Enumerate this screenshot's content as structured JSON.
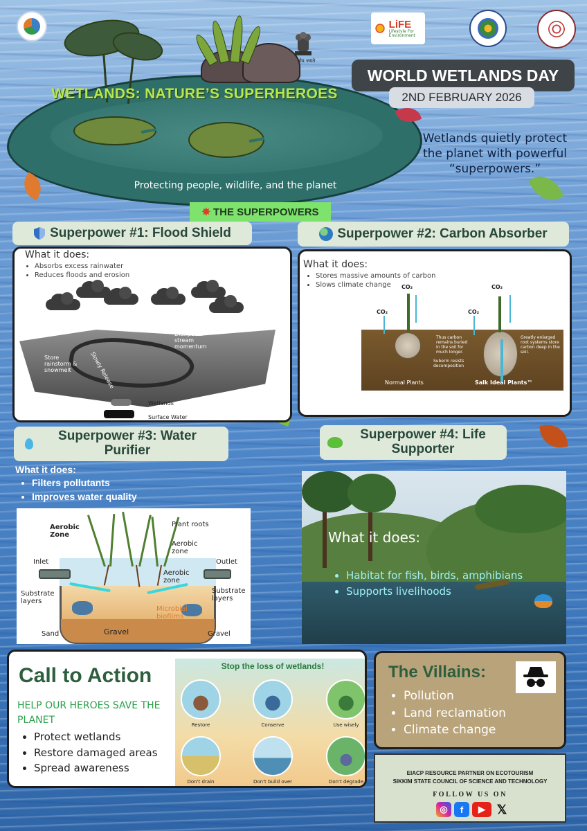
{
  "header": {
    "emblem_caption": "सत्यमेव जयते",
    "life_logo": {
      "name": "LiFE",
      "tagline": "Lifestyle For Environment"
    }
  },
  "hero": {
    "title": "WETLANDS: NATURE’S SUPERHEROES",
    "subtitle": "Protecting people, wildlife, and the planet"
  },
  "event": {
    "name": "WORLD WETLANDS DAY",
    "date": "2ND FEBRUARY 2026"
  },
  "intro": "Wetlands quietly protect the planet with powerful “superpowers.”",
  "superpowers_tag": "THE SUPERPOWERS",
  "superpowers": [
    {
      "title": "Superpower #1: Flood Shield",
      "what_label": "What it does:",
      "points": [
        "Absorbs excess rainwater",
        "Reduces floods and erosion"
      ],
      "diagram_labels": {
        "store": "Store rainstorm & snowmelt",
        "release": "Slowly Release",
        "dissipate": "Dissipates stream momentum",
        "wetlands": "Wetlands",
        "surface": "Surface Water"
      }
    },
    {
      "title": "Superpower #2: Carbon Absorber",
      "what_label": "What it does:",
      "points": [
        "Stores massive amounts of carbon",
        "Slows climate change"
      ],
      "diagram_labels": {
        "co2": "CO₂",
        "buried": "Thus carbon remains buried in the soil for much longer.",
        "suberin": "Suberin resists decomposition",
        "enlarged": "Greatly enlarged root systems store carbon deep in the soil.",
        "normal": "Normal Plants",
        "salk": "Salk Ideal Plants™"
      }
    },
    {
      "title": "Superpower #3: Water Purifier",
      "what_label": "What it does:",
      "points": [
        "Filters pollutants",
        "Improves water quality"
      ],
      "diagram_labels": {
        "aerobic_zone": "Aerobic Zone",
        "plant_roots": "Plant roots",
        "aerobic_zone2": "Aerobic zone",
        "inlet": "Inlet",
        "outlet": "Outlet",
        "aerobic_zone3": "Aerobic zone",
        "substrate_left": "Substrate layers",
        "substrate_right": "Substrate layers",
        "microbial": "Microbial biofilms",
        "sand": "Sand",
        "gravel": "Gravel",
        "gravel2": "Gravel"
      }
    },
    {
      "title": "Superpower #4: Life Supporter",
      "what_label": "What it does:",
      "points": [
        "Habitat for fish, birds, amphibians",
        "Supports livelihoods"
      ]
    }
  ],
  "call_to_action": {
    "title": "Call to Action",
    "subtitle": "HELP OUR HEROES SAVE THE PLANET",
    "points": [
      "Protect wetlands",
      "Restore damaged areas",
      "Spread awareness"
    ],
    "poster": {
      "title": "Stop the loss of wetlands!",
      "items": [
        "Restore",
        "Conserve",
        "Use wisely",
        "Don't drain",
        "Don't build over",
        "Don't degrade"
      ]
    }
  },
  "villains": {
    "title": "The Villains:",
    "points": [
      "Pollution",
      "Land reclamation",
      "Climate change"
    ]
  },
  "footer": {
    "line1": "EIACP RESOURCE PARTNER ON ECOTOURISM",
    "line2": "SIKKIM STATE COUNCIL OF SCIENCE AND TECHNOLOGY",
    "follow": "FOLLOW US ON",
    "socials": [
      "instagram-icon",
      "facebook-icon",
      "youtube-icon",
      "x-icon"
    ]
  },
  "colors": {
    "title_green": "#b9e84c",
    "tag_green": "#7ee36c",
    "heading_green": "#2d5e3d",
    "villain_bg": "#b9a37a"
  }
}
